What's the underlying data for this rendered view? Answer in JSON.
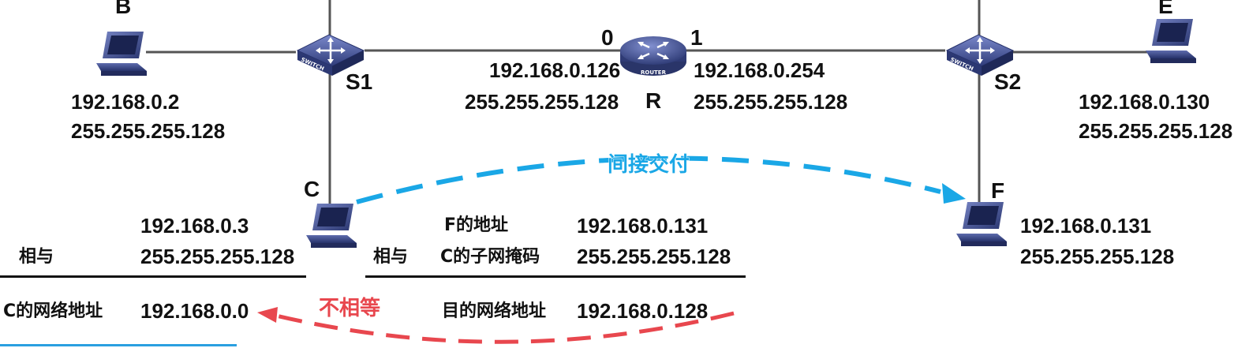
{
  "colors": {
    "blue_arrow": "#1aa7e6",
    "red_arrow": "#e8474e",
    "link": "#555555",
    "device_dark": "#1f2a55",
    "device_light": "#5a68a8",
    "bottom_bar": "#2a9fe0"
  },
  "devices": {
    "B": {
      "name": "B",
      "ip": "192.168.0.2",
      "mask": "255.255.255.128",
      "icon": "computer-icon"
    },
    "E": {
      "name": "E",
      "ip": "192.168.0.130",
      "mask": "255.255.255.128",
      "icon": "computer-icon"
    },
    "C": {
      "name": "C",
      "icon": "computer-icon"
    },
    "F": {
      "name": "F",
      "ip": "192.168.0.131",
      "mask": "255.255.255.128",
      "icon": "computer-icon"
    },
    "S1": {
      "name": "S1",
      "icon": "switch-icon",
      "caption": "SWITCH"
    },
    "S2": {
      "name": "S2",
      "icon": "switch-icon",
      "caption": "SWITCH"
    },
    "R": {
      "name": "R",
      "icon": "router-icon",
      "caption": "ROUTER",
      "port0": {
        "label": "0",
        "ip": "192.168.0.126",
        "mask": "255.255.255.128"
      },
      "port1": {
        "label": "1",
        "ip": "192.168.0.254",
        "mask": "255.255.255.128"
      }
    }
  },
  "arrows": {
    "indirect": "间接交付",
    "not_equal": "不相等"
  },
  "calc_left": {
    "ip": "192.168.0.3",
    "op": "相与",
    "mask": "255.255.255.128",
    "result_label": "C的网络地址",
    "result": "192.168.0.0"
  },
  "calc_right": {
    "row1_label": "F的地址",
    "row1_value": "192.168.0.131",
    "op": "相与",
    "row2_label": "C的子网掩码",
    "row2_value": "255.255.255.128",
    "result_label": "目的网络地址",
    "result": "192.168.0.128"
  }
}
